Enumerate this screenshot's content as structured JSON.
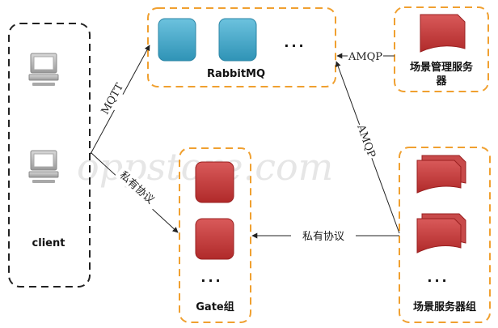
{
  "watermark": "oppstore.com",
  "nodes": {
    "client": {
      "label": "client"
    },
    "rabbitmq": {
      "label": "RabbitMQ",
      "ellipsis": "···"
    },
    "scene_mgmt": {
      "label_line1": "场景管理服务",
      "label_line2": "器"
    },
    "gate_group": {
      "label": "Gate组",
      "ellipsis": "···"
    },
    "scene_group": {
      "label": "场景服务器组",
      "ellipsis": "···"
    }
  },
  "edges": {
    "client_to_rabbitmq": "MQTT",
    "client_to_gate": "私有协议",
    "scene_mgmt_to_rabbitmq": "AMQP",
    "scene_group_to_rabbitmq": "AMQP",
    "scene_group_to_gate": "私有协议"
  },
  "colors": {
    "group_border_orange": "#f0a030",
    "client_border": "#222222",
    "mq_blue": "#45a8c8",
    "server_red": "#c23b3b"
  }
}
